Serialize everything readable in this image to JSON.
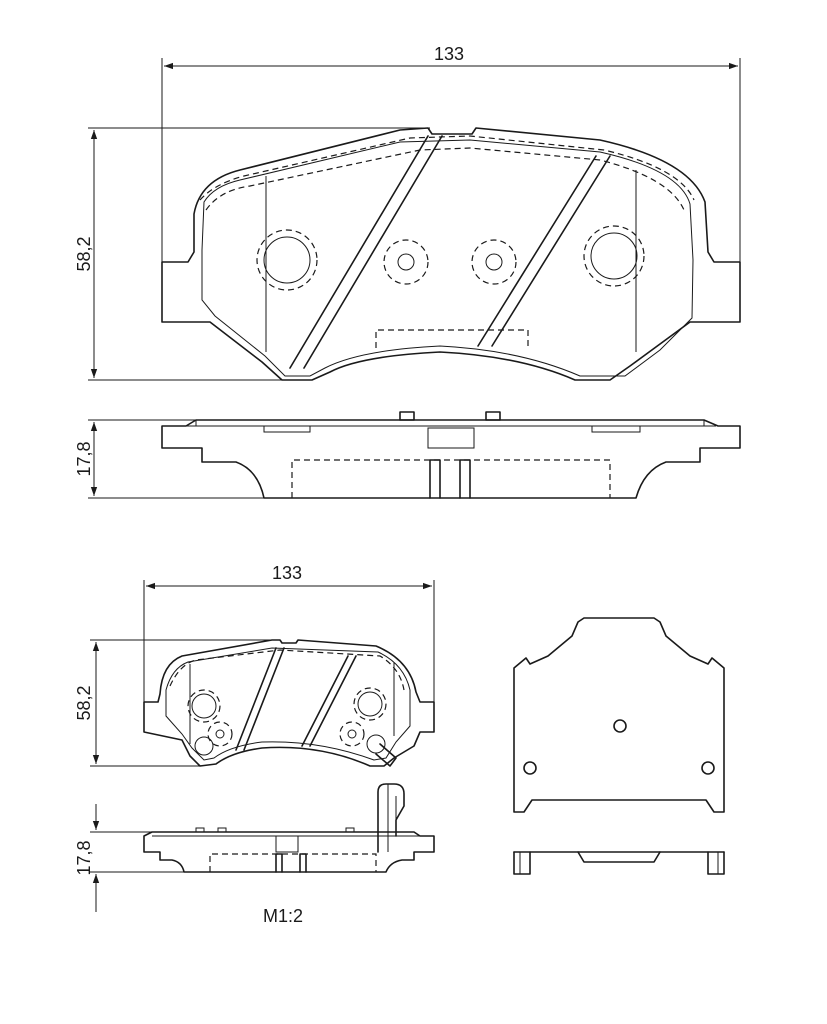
{
  "drawing": {
    "top_pad": {
      "width_dim": "133",
      "height_dim": "58,2",
      "thickness_dim": "17,8"
    },
    "bottom_pad": {
      "width_dim": "133",
      "height_dim": "58,2",
      "thickness_dim": "17,8"
    },
    "scale_label": "M1:2"
  }
}
